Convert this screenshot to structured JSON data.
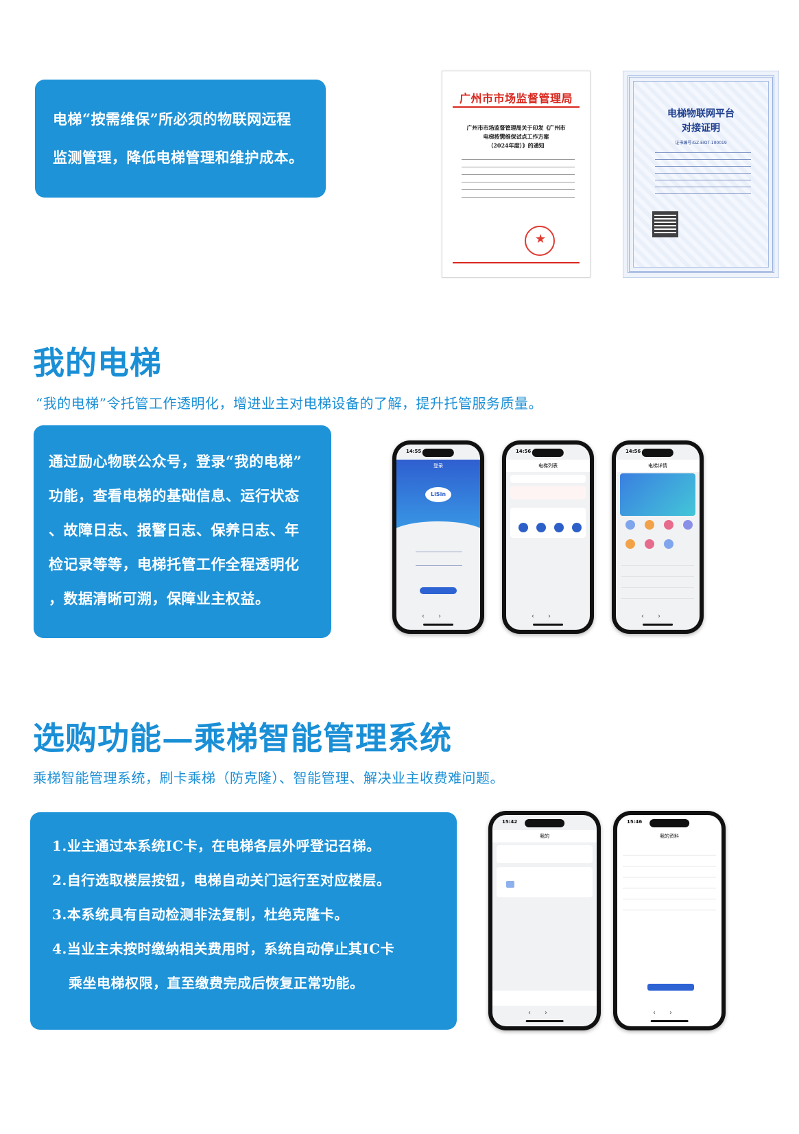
{
  "intro": {
    "lines": [
      "电梯“按需维保”所必须的物联网远程",
      "监测管理，降低电梯管理和维护成本。"
    ]
  },
  "doc_notice": {
    "header": "广州市市场监督管理局",
    "title_lines": [
      "广州市市场监督管理局关于印发《广州市",
      "电梯按需维保试点工作方案",
      "（2024年度）》的通知"
    ]
  },
  "doc_cert": {
    "title_lines": [
      "电梯物联网平台",
      "对接证明"
    ],
    "number": "证书编号:GZ-EIOT-100019"
  },
  "section1": {
    "title": "我的电梯",
    "subtitle": "“我的电梯”令托管工作透明化，增进业主对电梯设备的了解，提升托管服务质量。",
    "lines": [
      "通过励心物联公众号，登录“我的电梯”",
      "功能，查看电梯的基础信息、运行状态",
      "、故障日志、报警日志、保养日志、年",
      "检记录等等，电梯托管工作全程透明化",
      "，数据清晰可溯，保障业主权益。"
    ]
  },
  "section2": {
    "title": "选购功能—乘梯智能管理系统",
    "subtitle": "乘梯智能管理系统，刷卡乘梯（防克隆）、智能管理、解决业主收费难问题。",
    "items": [
      "1.业主通过本系统IC卡，在电梯各层外呼登记召梯。",
      "2.自行选取楼层按钮，电梯自动关门运行至对应楼层。",
      "3.本系统具有自动检测非法复制，杜绝克隆卡。",
      "4.当业主未按时缴纳相关费用时，系统自动停止其IC卡"
    ],
    "item4_cont": "乘坐电梯权限，直至缴费完成后恢复正常功能。"
  },
  "phones": {
    "p1": {
      "time": "14:55",
      "title": "登录",
      "logo": "LiSin"
    },
    "p2": {
      "time": "14:56",
      "title": "电梯列表"
    },
    "p3": {
      "time": "14:56",
      "title": "电梯详情"
    },
    "p4": {
      "time": "15:42",
      "title": "我的"
    },
    "p5": {
      "time": "15:46",
      "title": "我的资料"
    }
  }
}
